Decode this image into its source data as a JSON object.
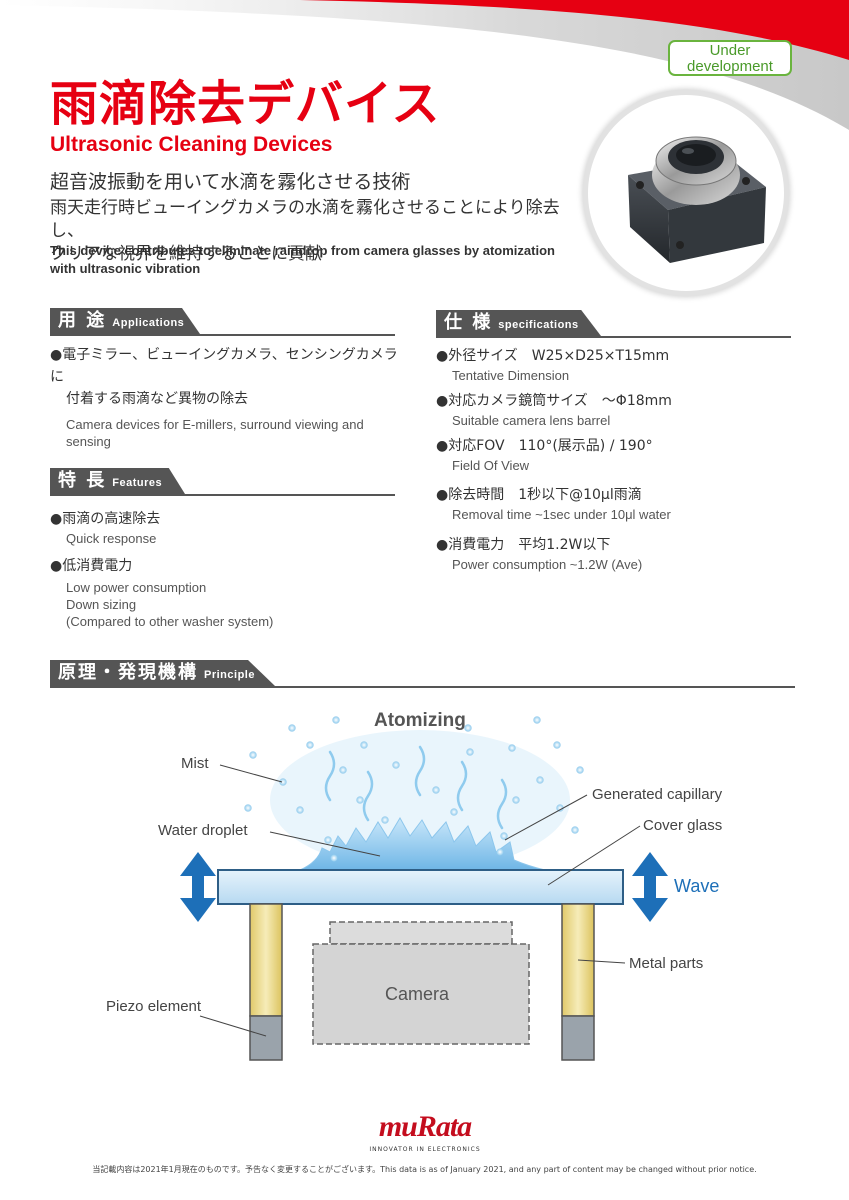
{
  "badge": {
    "line1": "Under",
    "line2": "development"
  },
  "header": {
    "title_jp": "雨滴除去デバイス",
    "title_en": "Ultrasonic Cleaning Devices",
    "subtitle_jp": "超音波振動を用いて水滴を霧化させる技術",
    "desc_jp_1": "雨天走行時ビューイングカメラの水滴を霧化させることにより除去し、",
    "desc_jp_2": "クリアな視界を維持することに貢献",
    "desc_en_1": "This device contributes to eliminate raindrop from camera glasses by atomization",
    "desc_en_2": "with ultrasonic vibration"
  },
  "applications": {
    "title_jp": "用 途",
    "title_en": "Applications",
    "item_jp_1": "●電子ミラー、ビューイングカメラ、センシングカメラに",
    "item_jp_2": "付着する雨滴など異物の除去",
    "item_en_1": "Camera devices for E-millers, surround viewing and",
    "item_en_2": "sensing"
  },
  "features": {
    "title_jp": "特 長",
    "title_en": "Features",
    "items": [
      {
        "jp": "●雨滴の高速除去",
        "en": [
          "Quick response"
        ]
      },
      {
        "jp": "●低消費電力",
        "en": [
          "Low power consumption",
          "Down sizing",
          "(Compared to other washer system)"
        ]
      }
    ]
  },
  "specifications": {
    "title_jp": "仕 様",
    "title_en": "specifications",
    "items": [
      {
        "jp": "●外径サイズ　W25×D25×T15mm",
        "en": "Tentative Dimension"
      },
      {
        "jp": "●対応カメラ鏡筒サイズ　～Φ18mm",
        "en": "Suitable camera lens barrel"
      },
      {
        "jp": "●対応FOV　110°(展示品) / 190°",
        "en": "Field Of View"
      },
      {
        "jp": "●除去時間　1秒以下@10μl雨滴",
        "en": "Removal time   ~1sec under 10μl water"
      },
      {
        "jp": "●消費電力　平均1.2W以下",
        "en": "Power consumption ~1.2W (Ave)"
      }
    ]
  },
  "principle": {
    "title_jp": "原理・発現機構",
    "title_en": "Principle",
    "labels": {
      "atomizing": "Atomizing",
      "mist": "Mist",
      "capillary": "Generated capillary",
      "water_droplet": "Water droplet",
      "cover_glass": "Cover glass",
      "wave": "Wave",
      "metal_parts": "Metal parts",
      "camera": "Camera",
      "piezo": "Piezo element"
    },
    "colors": {
      "glass": "#cfe6f7",
      "water": "#7cc0ea",
      "metal": "#ecd98a",
      "piezo": "#9aa3ab",
      "arrow": "#1d6fb8"
    }
  },
  "footer": {
    "logo": "muRata",
    "tagline": "INNOVATOR IN ELECTRONICS",
    "note": "当記載内容は2021年1月現在のものです。予告なく変更することがございます。This data is as of January 2021, and any part of content may be changed without prior notice."
  }
}
